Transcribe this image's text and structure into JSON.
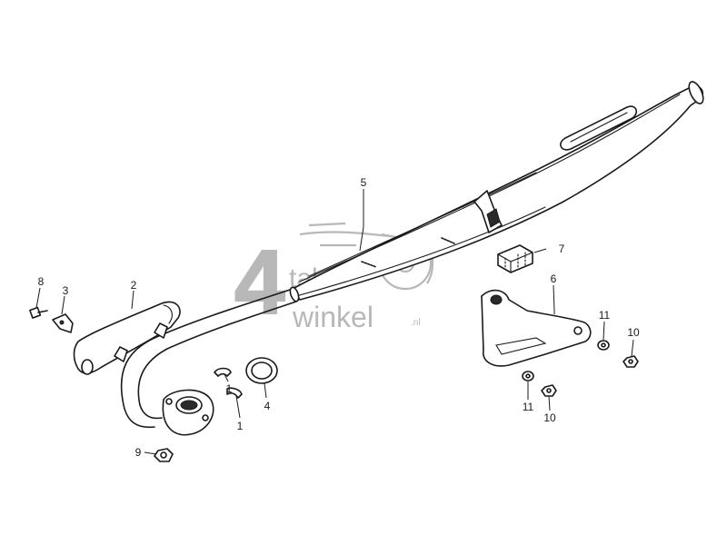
{
  "callouts": {
    "c1a": "1",
    "c1b": "1",
    "c2": "2",
    "c3": "3",
    "c4": "4",
    "c5": "5",
    "c6": "6",
    "c7": "7",
    "c8": "8",
    "c9": "9",
    "c10a": "10",
    "c10b": "10",
    "c11a": "11",
    "c11b": "11"
  },
  "watermark": {
    "digit": "4",
    "word_top": "takt",
    "word_bottom": "winkel",
    "suffix": ".nl"
  }
}
